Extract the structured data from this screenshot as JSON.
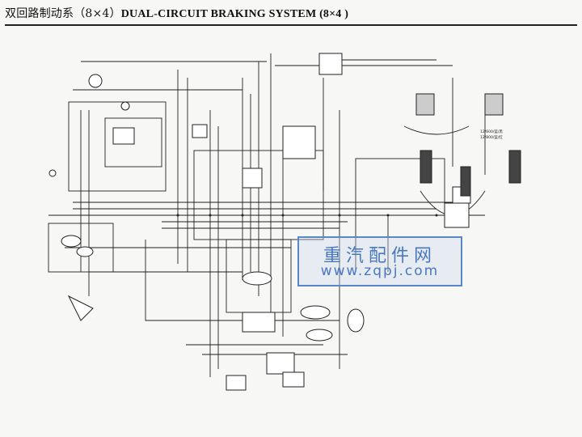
{
  "header": {
    "title_cn": "双回路制动系（8×4）",
    "title_en": "DUAL-CIRCUIT BRAKING SYSTEM (8×4 )"
  },
  "watermark": {
    "cn": "重汽配件网",
    "url": "www.zqpj.com"
  },
  "diagram_labels": [
    "12/600/蓝/黑",
    "12/800/蓝/红"
  ],
  "colors": {
    "ink": "#222222",
    "watermark": "#4a78c0",
    "background": "#f7f7f5"
  }
}
